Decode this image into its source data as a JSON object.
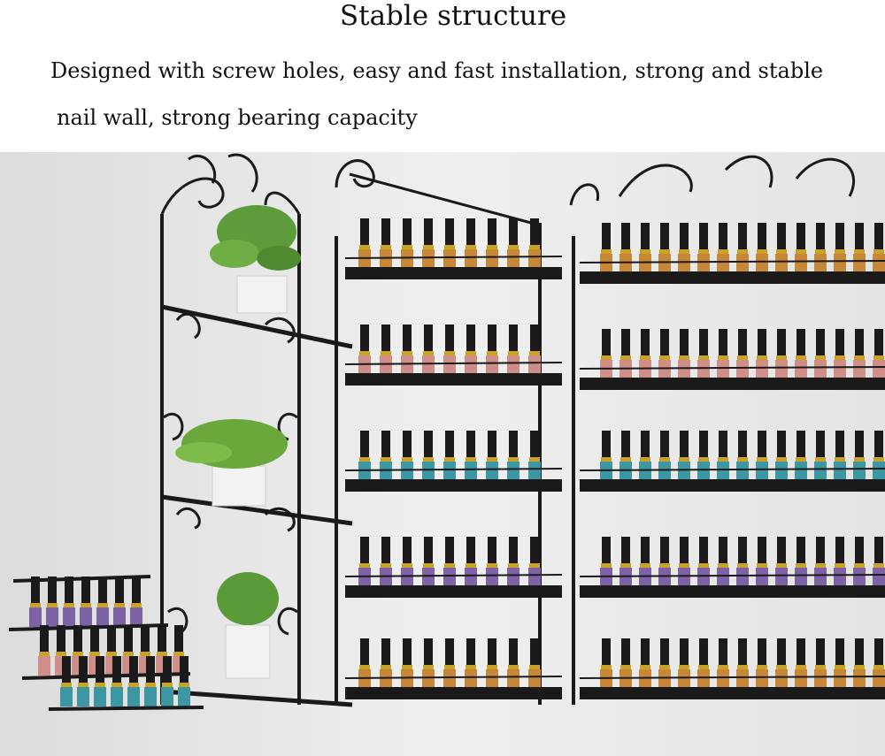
{
  "heading": {
    "title": "Stable structure",
    "line1": "Designed with screw holes, easy and fast installation, strong and stable",
    "line2": "nail wall, strong bearing capacity"
  },
  "photo": {
    "subject": "nail-polish-wall-rack",
    "colors": {
      "wall": "#ececec",
      "metal": "#1a1a1a",
      "gold": "#c9a227",
      "pink": "#cf8f88",
      "teal": "#3d97a3",
      "purple": "#7d63a6",
      "amber": "#c68838",
      "leaf": "#5e9c3b"
    }
  }
}
